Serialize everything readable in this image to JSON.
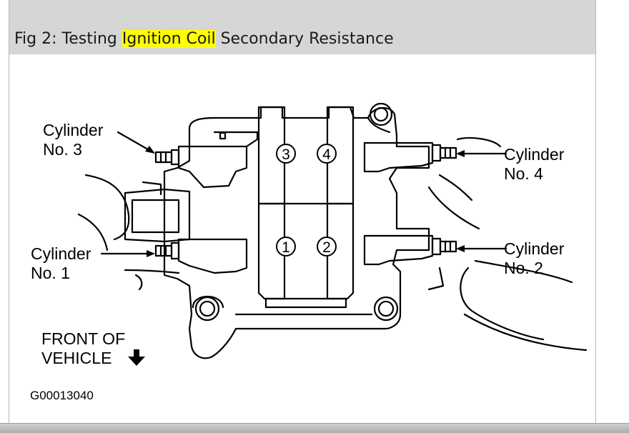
{
  "caption": {
    "prefix": "Fig 2: Testing ",
    "highlight": "Ignition Coil",
    "suffix": " Secondary Resistance",
    "highlight_color": "#ffff00"
  },
  "labels": {
    "cyl3_line1": "Cylinder",
    "cyl3_line2": "No. 3",
    "cyl1_line1": "Cylinder",
    "cyl1_line2": "No. 1",
    "cyl4_line1": "Cylinder",
    "cyl4_line2": "No. 4",
    "cyl2_line1": "Cylinder",
    "cyl2_line2": "No. 2",
    "front_line1": "FRONT OF",
    "front_line2": "VEHICLE"
  },
  "tower_numbers": {
    "t3": "3",
    "t4": "4",
    "t1": "1",
    "t2": "2"
  },
  "figure_code": "G00013040",
  "icons": {
    "front_arrow": "arrow-down-icon"
  }
}
